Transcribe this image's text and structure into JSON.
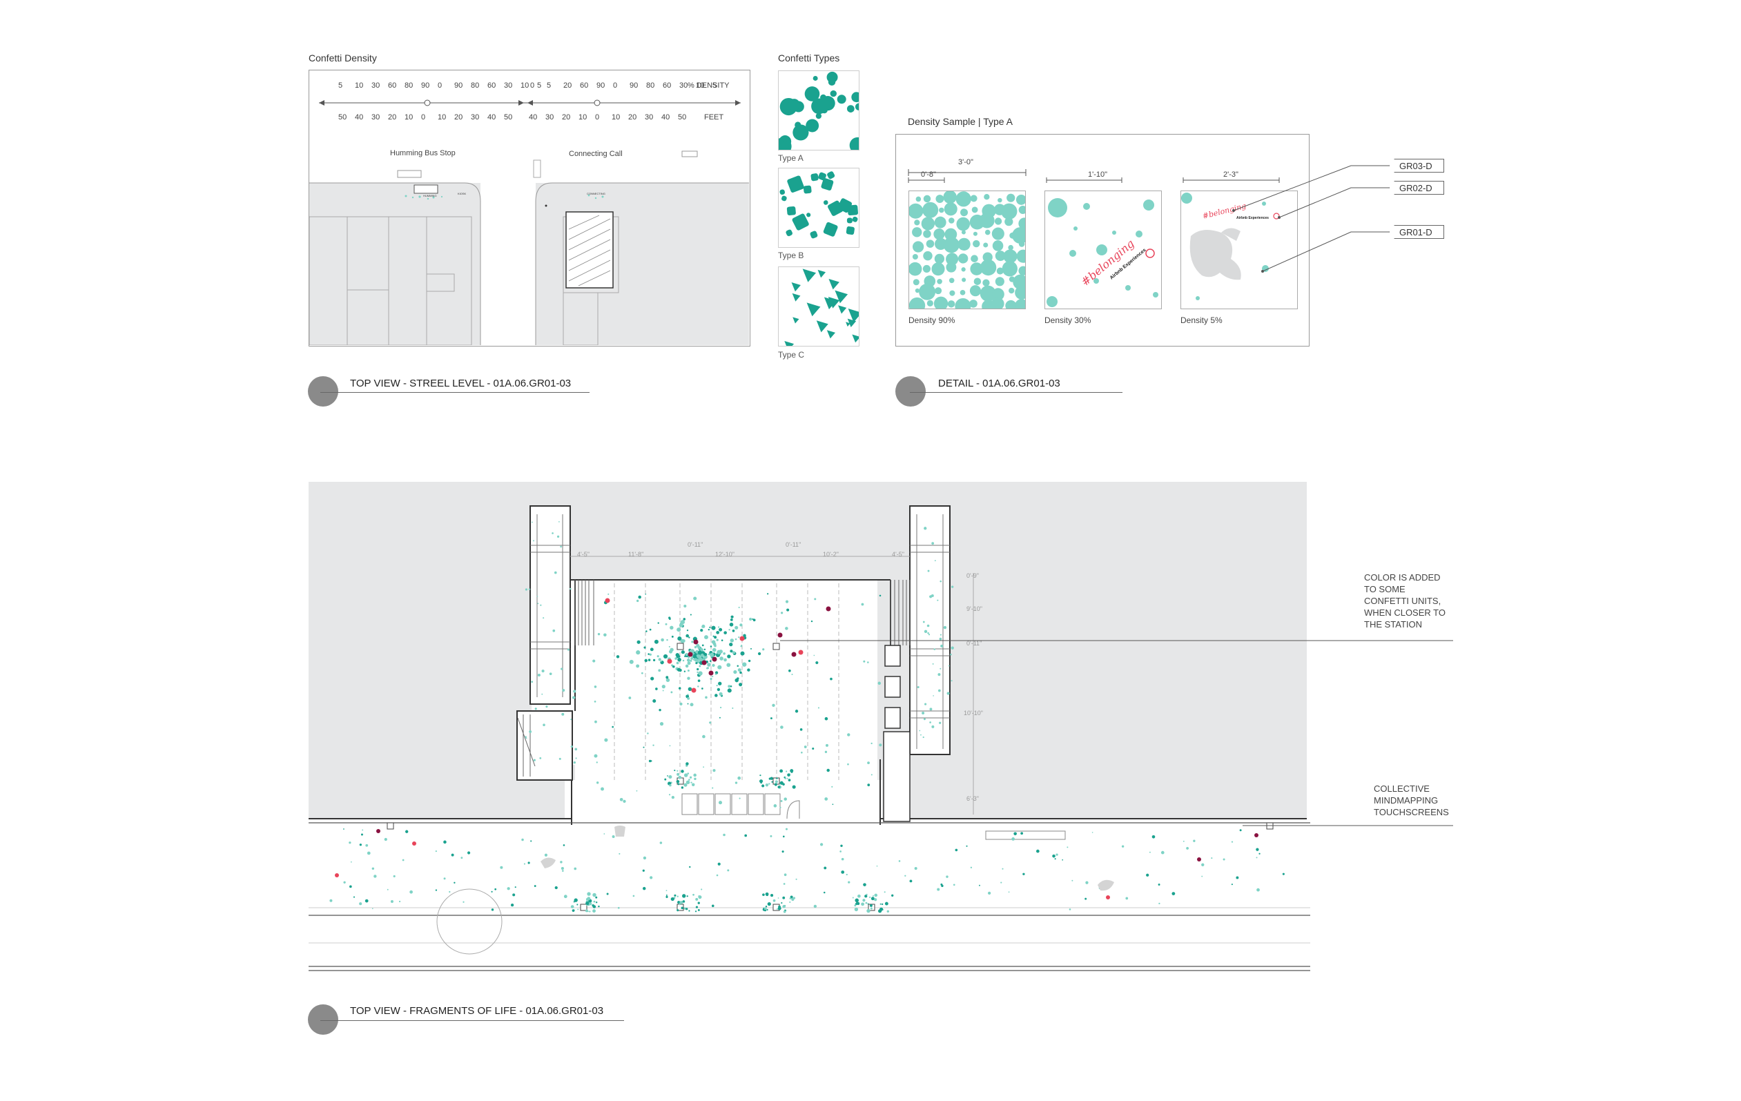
{
  "density_scale": {
    "title": "Confetti Density",
    "density_unit": "% DENSITY",
    "feet_unit": "FEET",
    "left_density": [
      "5",
      "10",
      "30",
      "60",
      "80",
      "90",
      "0",
      "90",
      "80",
      "60",
      "30",
      "10",
      "5"
    ],
    "right_density": [
      "0",
      "5",
      "20",
      "60",
      "90",
      "0",
      "90",
      "80",
      "60",
      "30",
      "10",
      "5"
    ],
    "left_feet": [
      "50",
      "40",
      "30",
      "20",
      "10",
      "0",
      "10",
      "20",
      "30",
      "40",
      "50"
    ],
    "right_feet": [
      "40",
      "30",
      "20",
      "10",
      "0",
      "10",
      "20",
      "30",
      "40",
      "50"
    ],
    "left_stop": "Humming Bus Stop",
    "right_stop": "Connecting Call"
  },
  "types": {
    "title": "Confetti Types",
    "items": [
      {
        "label": "Type A"
      },
      {
        "label": "Type B"
      },
      {
        "label": "Type C"
      }
    ]
  },
  "samples": {
    "title": "Density Sample | Type A",
    "items": [
      {
        "dim_outer": "3'-0\"",
        "dim_inner": "0'-8\"",
        "label": "Density 90%"
      },
      {
        "dim_outer": "1'-10\"",
        "label": "Density 30%"
      },
      {
        "dim_outer": "2'-3\"",
        "label": "Density 5%"
      }
    ],
    "tags": [
      "GR03-D",
      "GR02-D",
      "GR01-D"
    ]
  },
  "sections": {
    "top_left": "TOP VIEW - STREEL LEVEL - 01A.06.GR01-03",
    "top_right": "DETAIL - 01A.06.GR01-03",
    "bottom": "TOP VIEW - FRAGMENTS OF LIFE - 01A.06.GR01-03"
  },
  "notes": {
    "color_note": [
      "COLOR IS ADDED",
      "TO SOME",
      "CONFETTI UNITS,",
      "WHEN CLOSER TO",
      "THE STATION"
    ],
    "touch_note": [
      "COLLECTIVE",
      "MINDMAPPING",
      "TOUCHSCREENS"
    ]
  },
  "plan_dims": {
    "top": [
      "4'-5\"",
      "11'-8\"",
      "0'-11\"",
      "12'-10\"",
      "0'-11\"",
      "10'-2\"",
      "4'-5\""
    ],
    "side": [
      "0'-9\"",
      "9'-10\"",
      "0'-11\"",
      "10'-10\"",
      "6'-3\""
    ]
  },
  "colors": {
    "teal": "#1aa28f",
    "mint": "#7fd3c6",
    "red": "#e8445a",
    "maroon": "#8a1240",
    "grey_fill": "#e6e7e8"
  }
}
